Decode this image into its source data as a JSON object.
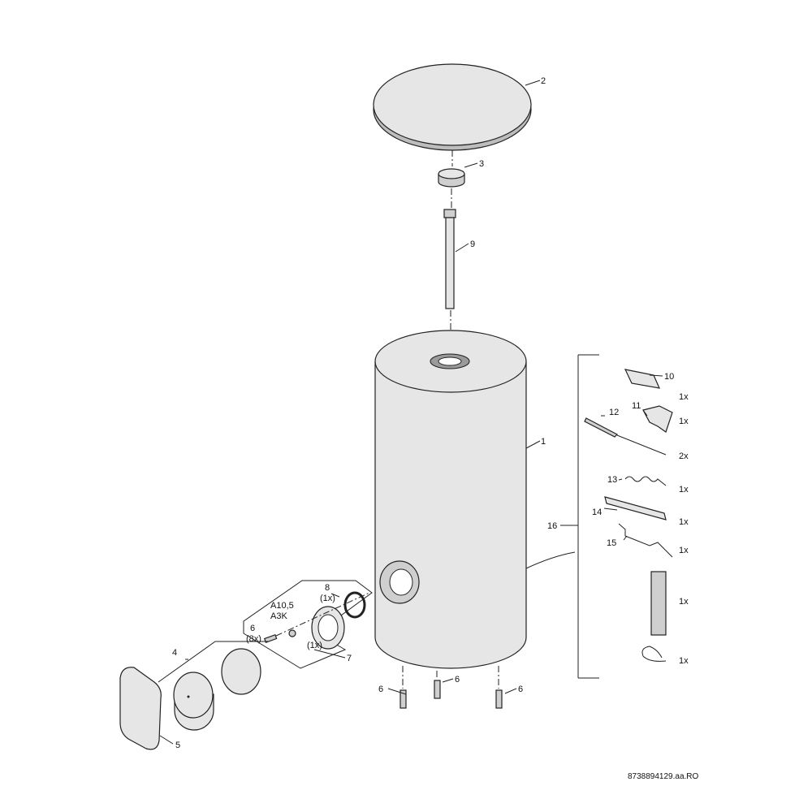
{
  "diagram": {
    "reference": "8738894129.aa.RO",
    "callouts": {
      "c1": "1",
      "c2": "2",
      "c3": "3",
      "c4": "4",
      "c5": "5",
      "c6a": "6",
      "c6b": "6",
      "c6c": "6",
      "c6d": "6",
      "c6qty": "(8x)",
      "c7": "7",
      "c8": "8",
      "c8qty": "(1x)",
      "c7qty": "(1x)",
      "c9": "9",
      "c10": "10",
      "c11": "11",
      "c12": "12",
      "c13": "13",
      "c14": "14",
      "c15": "15",
      "c16": "16",
      "a105": "A10,5",
      "a3k": "A3K"
    },
    "accessory_quantities": {
      "q10": "1x",
      "q11": "1x",
      "q12": "2x",
      "q13": "1x",
      "q14": "1x",
      "q15": "1x",
      "q16a": "1x",
      "q16b": "1x"
    }
  }
}
